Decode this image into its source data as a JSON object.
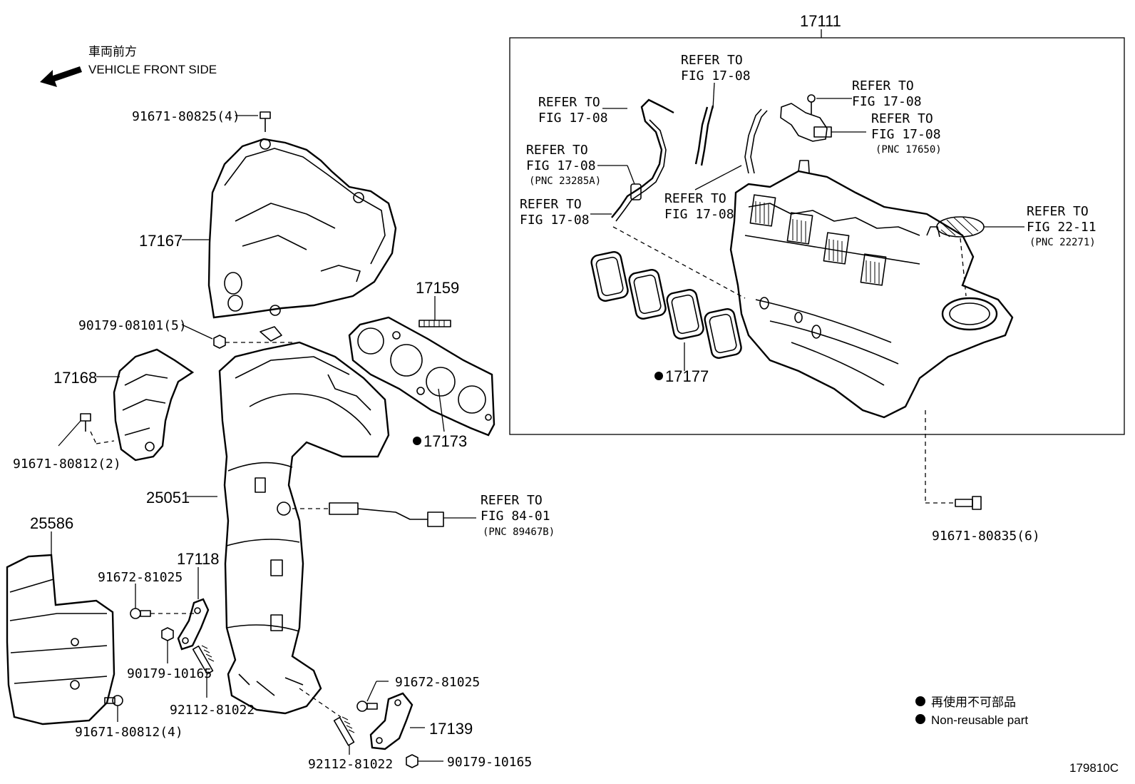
{
  "header": {
    "front_label_jp": "車両前方",
    "front_label_en": "VEHICLE FRONT SIDE"
  },
  "group_label": "17111",
  "callouts": {
    "bolt_91671_80825": "91671-80825(4)",
    "heat_insulator_upper": "17167",
    "nut_90179_08101": "90179-08101(5)",
    "insulator_17168": "17168",
    "bolt_91671_80812_2": "91671-80812(2)",
    "stud_17159": "17159",
    "gasket_17173": "17173",
    "manifold_25051": "25051",
    "insulator_25586": "25586",
    "bracket_17118": "17118",
    "bolt_91672_81025_a": "91672-81025",
    "nut_90179_10165_a": "90179-10165",
    "stud_92112_81022_a": "92112-81022",
    "bolt_91671_80812_4": "91671-80812(4)",
    "bolt_91672_81025_b": "91672-81025",
    "bracket_17139": "17139",
    "stud_92112_81022_b": "92112-81022",
    "nut_90179_10165_b": "90179-10165",
    "gasket_17177": "17177",
    "bolt_91671_80835": "91671-80835(6)"
  },
  "refs": [
    {
      "line1": "REFER TO",
      "line2": "FIG 17-08",
      "line3": ""
    },
    {
      "line1": "REFER TO",
      "line2": "FIG 17-08",
      "line3": ""
    },
    {
      "line1": "REFER TO",
      "line2": "FIG 17-08",
      "line3": "(PNC 23285A)"
    },
    {
      "line1": "REFER TO",
      "line2": "FIG 17-08",
      "line3": ""
    },
    {
      "line1": "REFER TO",
      "line2": "FIG 17-08",
      "line3": ""
    },
    {
      "line1": "REFER TO",
      "line2": "FIG 17-08",
      "line3": ""
    },
    {
      "line1": "REFER TO",
      "line2": "FIG 17-08",
      "line3": "(PNC 17650)"
    },
    {
      "line1": "REFER TO",
      "line2": "FIG 22-11",
      "line3": "(PNC 22271)"
    },
    {
      "line1": "REFER TO",
      "line2": "FIG 84-01",
      "line3": "(PNC 89467B)"
    }
  ],
  "legend": {
    "jp": "再使用不可部品",
    "en": "Non-reusable part"
  },
  "figure_id": "179810C"
}
